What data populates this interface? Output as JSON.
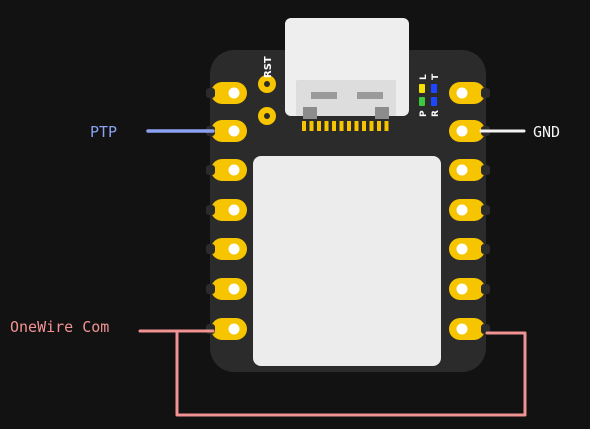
{
  "board": {
    "rst_label": "RST",
    "led_labels": {
      "p": "P",
      "l": "L",
      "r": "R",
      "t": "T"
    },
    "colors": {
      "pcb": "#2b2b2b",
      "pad": "#f6c500",
      "hole": "#ffffff",
      "usb": "#eeeeee",
      "shield": "#ececec",
      "led_yellow": "#f4e000",
      "led_green": "#3ec83e",
      "led_blue": "#1d47ff"
    }
  },
  "connections": {
    "ptp": {
      "label": "PTP",
      "color": "#8ba2f2"
    },
    "gnd": {
      "label": "GND",
      "color": "#f2f2f2"
    },
    "onewire": {
      "label": "OneWire Com",
      "color": "#f29393"
    }
  }
}
